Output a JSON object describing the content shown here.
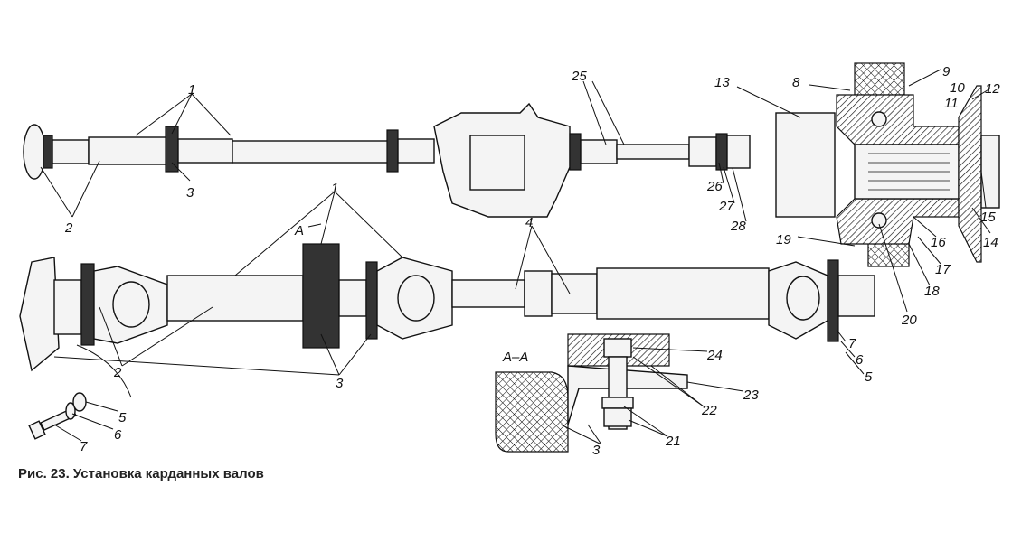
{
  "caption": "Рис. 23. Установка карданных валов",
  "callouts": [
    "1",
    "2",
    "3",
    "25",
    "26",
    "27",
    "28",
    "13",
    "8",
    "9",
    "10",
    "11",
    "12",
    "15",
    "14",
    "16",
    "17",
    "18",
    "19",
    "20",
    "7",
    "6",
    "5",
    "А",
    "1",
    "4",
    "2",
    "3",
    "5",
    "6",
    "7",
    "А–А",
    "24",
    "23",
    "22",
    "21",
    "3"
  ]
}
